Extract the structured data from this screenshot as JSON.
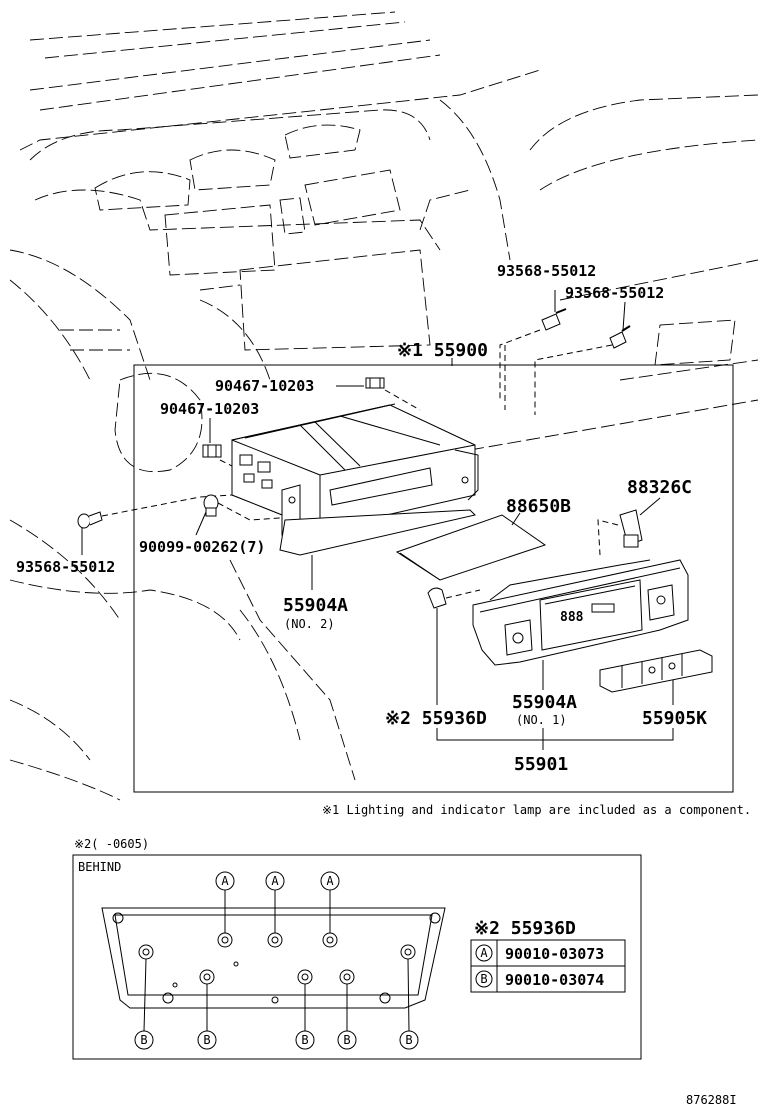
{
  "parts": {
    "p93568_a": "93568-55012",
    "p93568_b": "93568-55012",
    "p93568_c": "93568-55012",
    "p55900": "※1 55900",
    "p90467_a": "90467-10203",
    "p90467_b": "90467-10203",
    "p90099": "90099-00262(7)",
    "p88650": "88650B",
    "p88326": "88326C",
    "p55904A_no2": "55904A",
    "no2": "(NO. 2)",
    "p55936D": "※2 55936D",
    "p55904A_no1": "55904A",
    "no1": "(NO. 1)",
    "p55905K": "55905K",
    "p55901": "55901"
  },
  "notes": {
    "note1": "※1 Lighting and indicator lamp are included as a component.",
    "note2": "※2(     -0605)"
  },
  "detail": {
    "behind": "BEHIND",
    "part": "※2 55936D",
    "table": [
      {
        "key": "A",
        "part_no": "90010-03073"
      },
      {
        "key": "B",
        "part_no": "90010-03074"
      }
    ],
    "callout_a": "A",
    "callout_b": "B"
  },
  "display_text": "888",
  "figure_id": "876288I"
}
